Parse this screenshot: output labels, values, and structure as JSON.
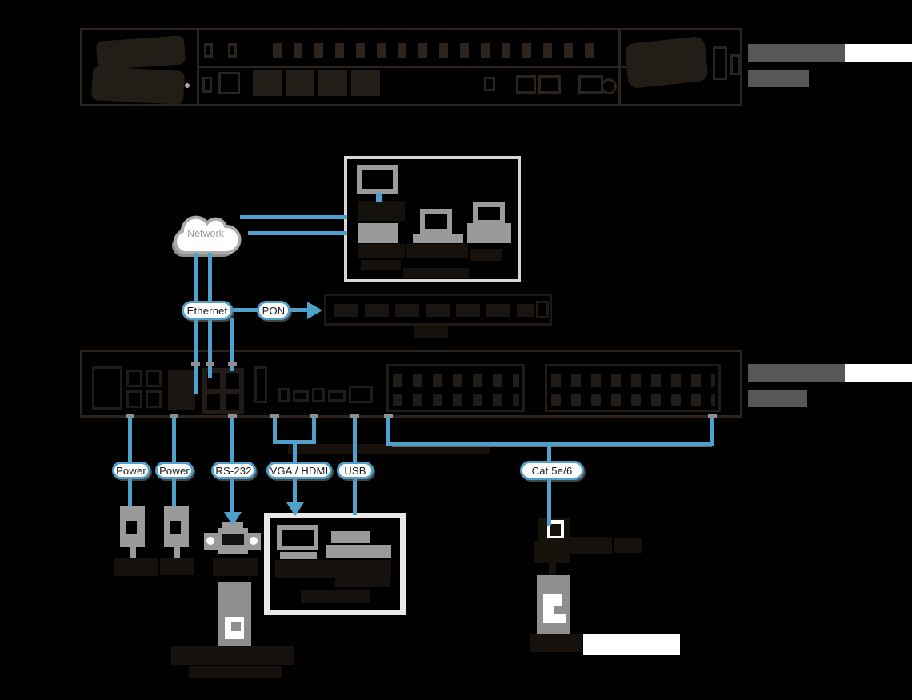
{
  "cloud": {
    "label": "Network"
  },
  "pills": {
    "ethernet": "Ethernet",
    "pon": "PON",
    "power_1": "Power",
    "power_2": "Power",
    "rs232": "RS-232",
    "vga_hdmi": "VGA / HDMI",
    "usb": "USB",
    "cat5e6": "Cat 5e/6"
  },
  "colors": {
    "background": "#000000",
    "connection_blue": "#4FA0CB",
    "device_gray": "#9A9A9A",
    "redacted_label_gray": "#575757",
    "redacted_label_white": "#FFFFFF",
    "panel_outline_dark": "#2A231E",
    "text_block_dark": "#17110D",
    "top_box_border": "#D6D6D6",
    "bottom_box_border": "#E8E8E8",
    "cloud_text": "#9B9B9B"
  },
  "icons": [
    "network-cloud-icon",
    "front-panel-device",
    "rear-panel-device",
    "olt-switch-icon",
    "monitor-icon",
    "laptop-icon",
    "desktop-pc-icon",
    "power-adapter-icon",
    "db9-connector-icon",
    "keypad-remote-icon",
    "cat-receiver-icon",
    "wall-plate-icon",
    "arrow-right-icon",
    "arrow-down-icon"
  ]
}
